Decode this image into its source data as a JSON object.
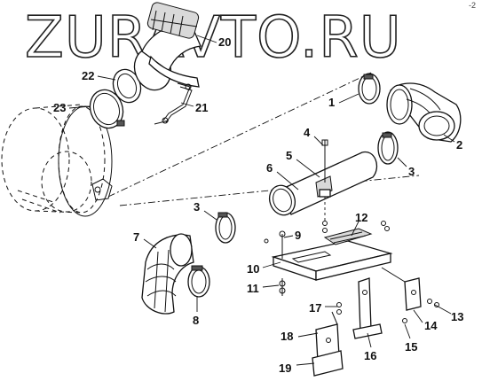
{
  "watermark": "ZURAVTO.RU",
  "corner_mark": "-2",
  "callouts": [
    "1",
    "2",
    "3",
    "3",
    "4",
    "5",
    "6",
    "7",
    "8",
    "9",
    "10",
    "11",
    "12",
    "13",
    "14",
    "15",
    "16",
    "17",
    "18",
    "19",
    "20",
    "21",
    "22",
    "23"
  ]
}
